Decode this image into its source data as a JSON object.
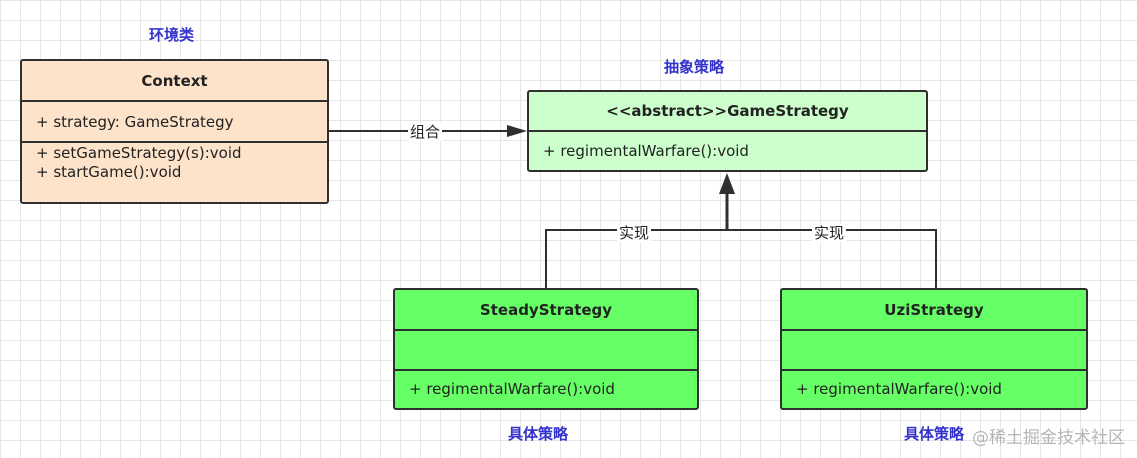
{
  "notes": {
    "context_role": "环境类",
    "abstract_role": "抽象策略",
    "concrete_role_left": "具体策略",
    "concrete_role_right": "具体策略"
  },
  "context_class": {
    "name": "Context",
    "attributes": [
      "+ strategy: GameStrategy"
    ],
    "operations": [
      "+ setGameStrategy(s):void",
      "+ startGame():void"
    ]
  },
  "abstract_class": {
    "name": "<<abstract>>GameStrategy",
    "operations": [
      "+ regimentalWarfare():void"
    ]
  },
  "steady_class": {
    "name": "SteadyStrategy",
    "operations": [
      "+ regimentalWarfare():void"
    ]
  },
  "uzi_class": {
    "name": "UziStrategy",
    "operations": [
      "+ regimentalWarfare():void"
    ]
  },
  "relations": {
    "composition_label": "组合",
    "realization_label_left": "实现",
    "realization_label_right": "实现"
  },
  "watermark": "@稀土掘金技术社区",
  "colors": {
    "context_fill": "#fde3ca",
    "abstract_fill": "#ccffcc",
    "concrete_fill": "#66ff66",
    "note_text": "#3333cc"
  }
}
